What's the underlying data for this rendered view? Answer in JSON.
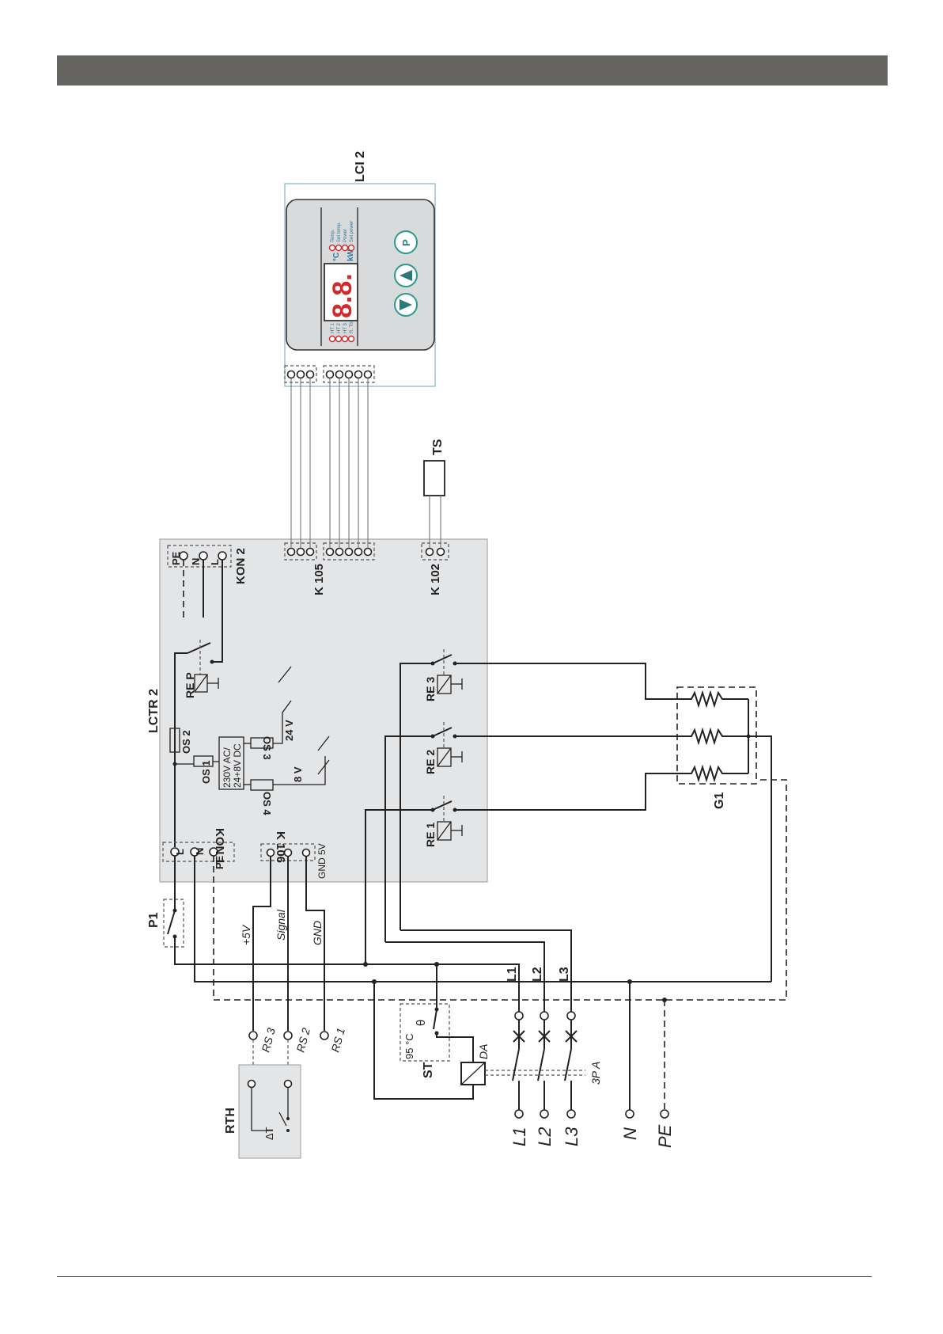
{
  "diagram": {
    "modules": {
      "controller": "LCTR 2",
      "display_panel": "LCI 2",
      "heating_elements": "G1",
      "room_thermostat": "RTH",
      "safety_thermostat": "ST",
      "main_switch": "P1",
      "temp_sensor": "TS"
    },
    "connectors": {
      "kon1": "KON 1",
      "kon2": "KON 2",
      "k105": "K 105",
      "k102": "K 102",
      "k106": "K 106",
      "gnd5v": "GND 5V"
    },
    "kon1_pins": [
      "L",
      "N",
      "PE"
    ],
    "kon2_pins": [
      "PE",
      "N",
      "L"
    ],
    "fuses": {
      "os1": "OS 1",
      "os2": "OS 2",
      "os3": "OS 3",
      "os4": "OS 4"
    },
    "transformer": {
      "line1": "230V AC/",
      "line2": "24+8V DC"
    },
    "voltages": {
      "v24": "24 V",
      "v8": "8 V"
    },
    "relays": {
      "rep": "RE P",
      "re1": "RE 1",
      "re2": "RE 2",
      "re3": "RE 3"
    },
    "signal_wires": {
      "plus5v": "+5V",
      "signal": "Signal",
      "gnd": "GND"
    },
    "rs_terminals": [
      "RS 3",
      "RS 2",
      "RS 1"
    ],
    "phase_labels": [
      "L1",
      "L2",
      "L3"
    ],
    "supply_terminals": [
      "L1",
      "L2",
      "L3",
      "N",
      "PE"
    ],
    "safety_temp": "95 °C",
    "theta": "θ",
    "delta_t": "ΔT",
    "contactor": "DA",
    "contactor_rating": "3P A",
    "panel": {
      "display_digits": "8.8.",
      "left_indicators": [
        "HT 1",
        "HT 2",
        "HT 3",
        "R. Th."
      ],
      "unit_celsius": "°C",
      "unit_kw": "kW",
      "right_indicators": [
        "Temp.",
        "Set temp.",
        "Power",
        "Set power"
      ],
      "button_p": "P"
    }
  }
}
